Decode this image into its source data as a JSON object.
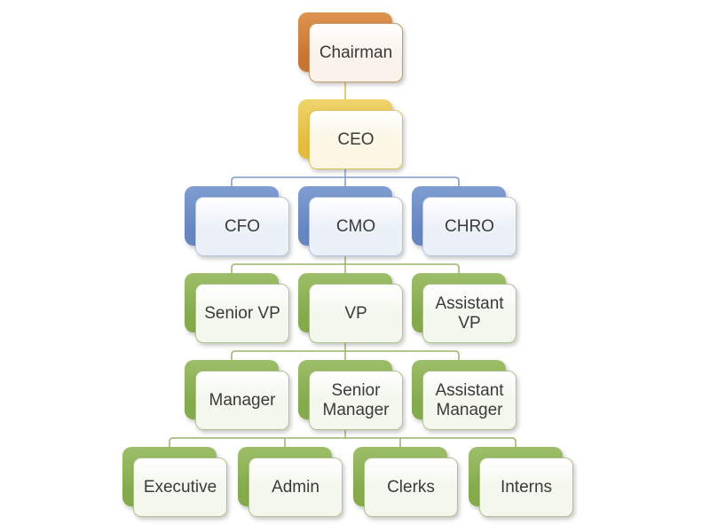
{
  "diagram": {
    "background": "#ffffff",
    "text_color": "#3a3a3a",
    "nodes": [
      {
        "id": "chairman",
        "label": "Chairman",
        "scheme": "orange",
        "row": 0,
        "col": 0
      },
      {
        "id": "ceo",
        "label": "CEO",
        "scheme": "gold",
        "row": 1,
        "col": 0
      },
      {
        "id": "cfo",
        "label": "CFO",
        "scheme": "blue",
        "row": 2,
        "col": 0
      },
      {
        "id": "cmo",
        "label": "CMO",
        "scheme": "blue",
        "row": 2,
        "col": 1
      },
      {
        "id": "chro",
        "label": "CHRO",
        "scheme": "blue",
        "row": 2,
        "col": 2
      },
      {
        "id": "senior-vp",
        "label": "Senior VP",
        "scheme": "green",
        "row": 3,
        "col": 0
      },
      {
        "id": "vp",
        "label": "VP",
        "scheme": "green",
        "row": 3,
        "col": 1
      },
      {
        "id": "assistant-vp",
        "label": "Assistant VP",
        "scheme": "green",
        "row": 3,
        "col": 2
      },
      {
        "id": "manager",
        "label": "Manager",
        "scheme": "green",
        "row": 4,
        "col": 0
      },
      {
        "id": "senior-manager",
        "label": "Senior Manager",
        "scheme": "green",
        "row": 4,
        "col": 1
      },
      {
        "id": "assistant-manager",
        "label": "Assistant Manager",
        "scheme": "green",
        "row": 4,
        "col": 2
      },
      {
        "id": "executive",
        "label": "Executive",
        "scheme": "green",
        "row": 5,
        "col": 0
      },
      {
        "id": "admin",
        "label": "Admin",
        "scheme": "green",
        "row": 5,
        "col": 1
      },
      {
        "id": "clerks",
        "label": "Clerks",
        "scheme": "green",
        "row": 5,
        "col": 2
      },
      {
        "id": "interns",
        "label": "Interns",
        "scheme": "green",
        "row": 5,
        "col": 3
      }
    ],
    "edges": [
      {
        "parent": "chairman",
        "children": [
          "ceo"
        ],
        "color": "#DFBC4B"
      },
      {
        "parent": "ceo",
        "children": [
          "cfo",
          "cmo",
          "chro"
        ],
        "color": "#7E9AC6"
      },
      {
        "parent": "cmo",
        "children": [
          "senior-vp",
          "vp",
          "assistant-vp"
        ],
        "color": "#9CB46C"
      },
      {
        "parent": "vp",
        "children": [
          "manager",
          "senior-manager",
          "assistant-manager"
        ],
        "color": "#9CB46C"
      },
      {
        "parent": "senior-manager",
        "children": [
          "executive",
          "admin",
          "clerks",
          "interns"
        ],
        "color": "#9CB46C"
      }
    ],
    "schemes": {
      "orange": {
        "back1": "#DE9451",
        "back2": "#C97434",
        "border": "#C69A67",
        "fill": "#FAF3EB"
      },
      "gold": {
        "back1": "#EFD36C",
        "back2": "#E3BC3B",
        "border": "#DCC35C",
        "fill": "#FBF7E4"
      },
      "blue": {
        "back1": "#7F9DD1",
        "back2": "#6586C0",
        "border": "#B6C5DF",
        "fill": "#ECF1F8"
      },
      "green": {
        "back1": "#9DBE69",
        "back2": "#84AA4B",
        "border": "#AEC48A",
        "fill": "#F3F7ED"
      }
    }
  }
}
